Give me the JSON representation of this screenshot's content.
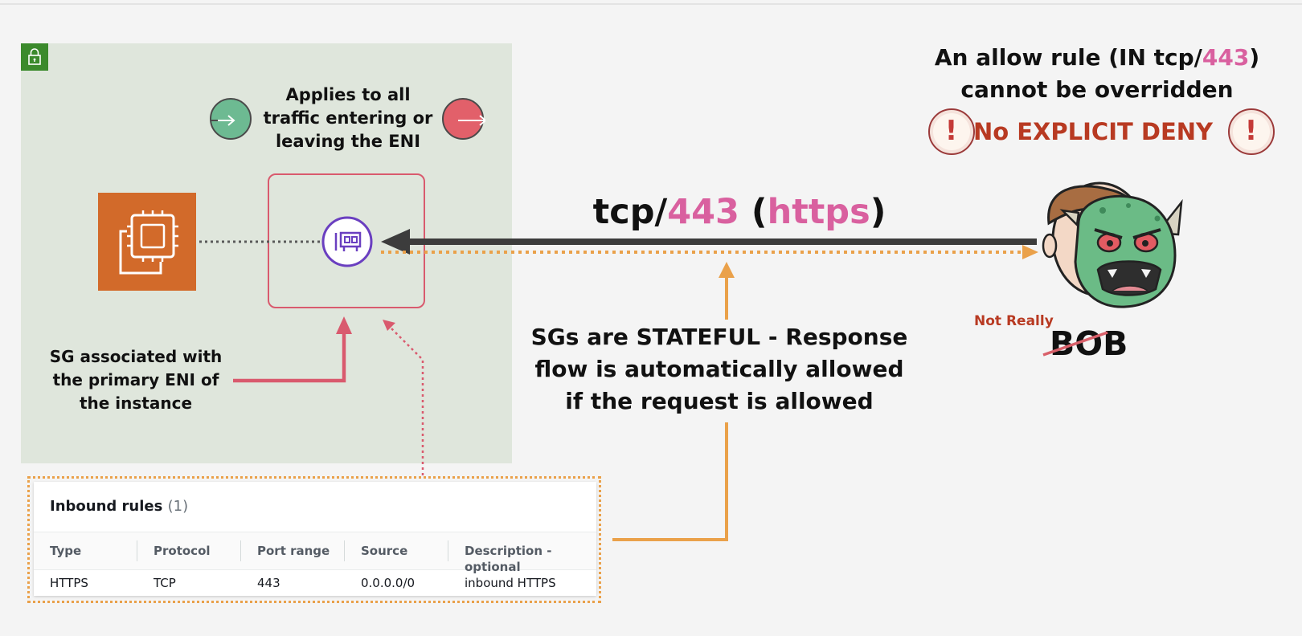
{
  "applies_text": "Applies to all traffic entering or leaving the ENI",
  "flow_label": {
    "proto": "tcp/",
    "port": "443",
    "open_paren": " (",
    "scheme": "https",
    "close_paren": ")"
  },
  "sg_association": "SG associated with the primary ENI of the instance",
  "stateful_text": "SGs are STATEFUL - Response flow is automatically allowed if the request is allowed",
  "allow_rule": {
    "prefix": "An allow rule (IN tcp/",
    "port": "443",
    "suffix": ")",
    "line2": "cannot be overridden"
  },
  "no_deny": "No EXPLICIT DENY",
  "warning_glyph": "!",
  "not_really": "Not Really",
  "actor_name": "BOB",
  "inbound_rules": {
    "title": "Inbound rules",
    "count": "(1)",
    "columns": [
      "Type",
      "Protocol",
      "Port range",
      "Source",
      "Description - optional"
    ],
    "rows": [
      [
        "HTTPS",
        "TCP",
        "443",
        "0.0.0.0/0",
        "inbound HTTPS"
      ]
    ]
  },
  "colors": {
    "vpc_bg": "#dfe6dc",
    "ec2_orange": "#d26a2a",
    "eni_purple": "#6a3fc0",
    "pink_accent": "#d9609f",
    "request_arrow": "#3c3c3c",
    "response_arrow": "#eaa14a",
    "sg_red": "#d95a6e",
    "deny_red": "#b83a22"
  },
  "icons": [
    "lock-icon",
    "traffic-in-icon",
    "traffic-out-icon",
    "ec2-instance-icon",
    "eni-icon",
    "warning-icon",
    "attacker-icon"
  ]
}
